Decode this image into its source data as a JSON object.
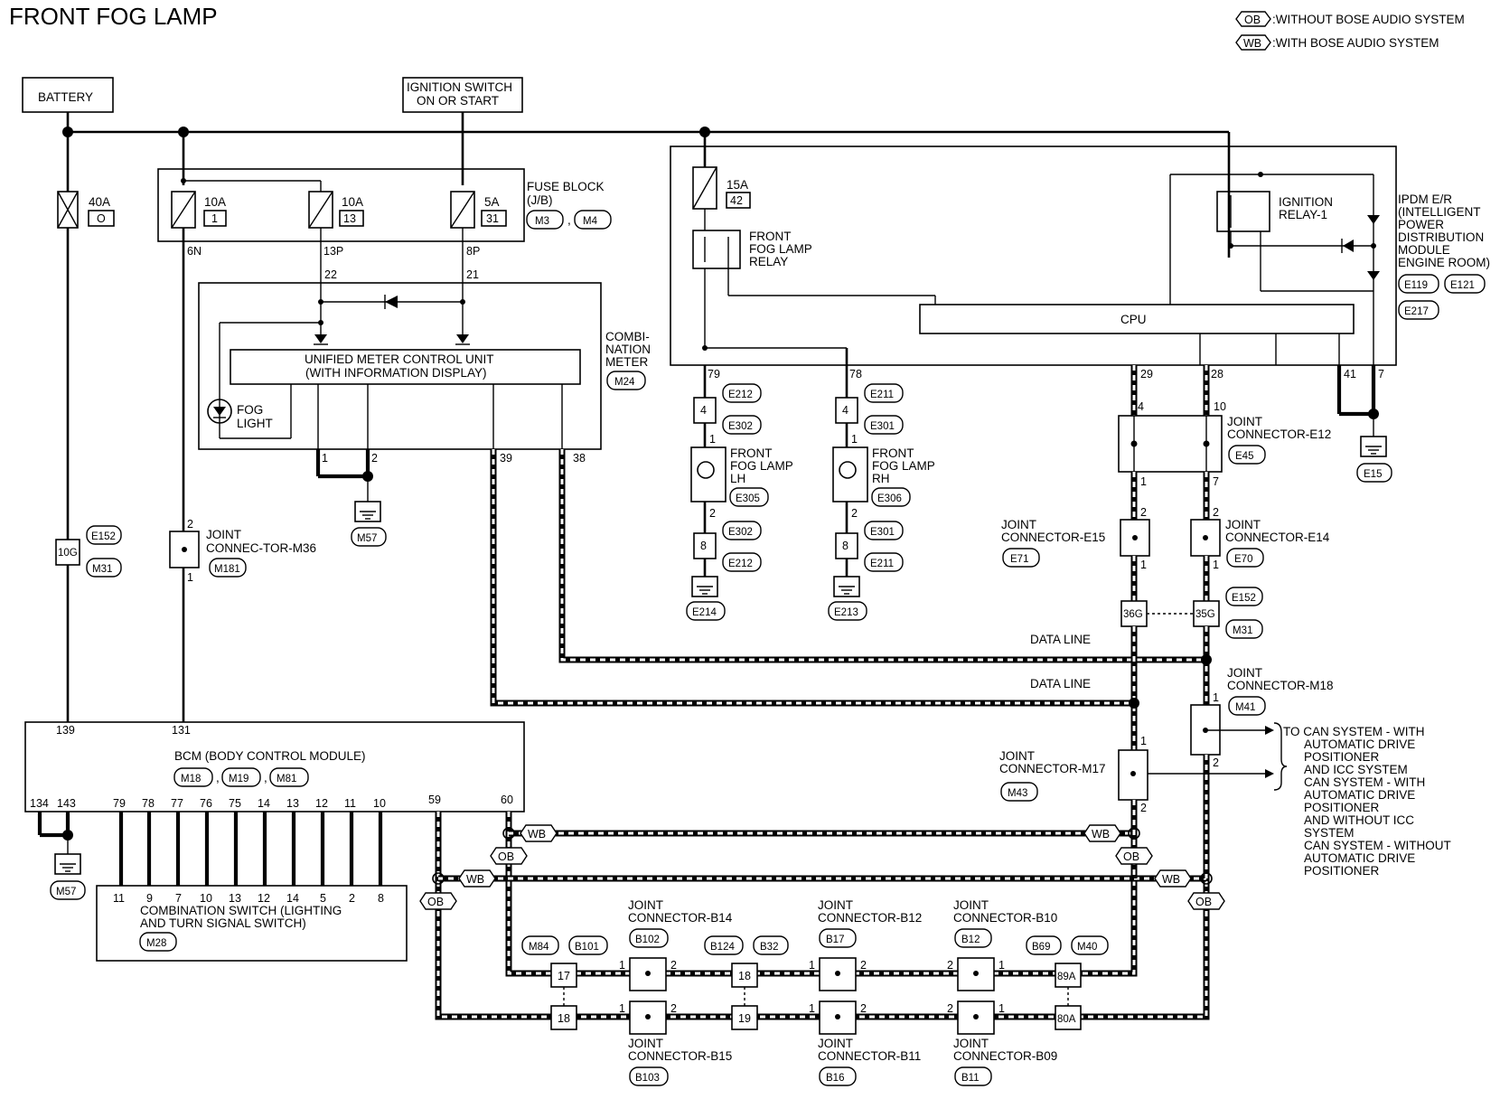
{
  "title": "FRONT FOG LAMP",
  "legend": [
    {
      "tag": "OB",
      "text": ":WITHOUT BOSE AUDIO SYSTEM"
    },
    {
      "tag": "WB",
      "text": ":WITH BOSE AUDIO SYSTEM"
    }
  ],
  "battery": "BATTERY",
  "ignition": {
    "line1": "IGNITION SWITCH",
    "line2": "ON OR START"
  },
  "fuse_40a": {
    "amp": "40A",
    "no": "O"
  },
  "fuse_block": {
    "label1": "FUSE BLOCK",
    "label2": "(J/B)",
    "conn1": "M3",
    "conn2": "M4",
    "fuses": [
      {
        "amp": "10A",
        "no": "1",
        "pin": "6N"
      },
      {
        "amp": "10A",
        "no": "13",
        "pin": "13P"
      },
      {
        "amp": "5A",
        "no": "31",
        "pin": "8P"
      }
    ]
  },
  "comb_meter": {
    "label1": "COMBI-",
    "label2": "NATION",
    "label3": "METER",
    "conn": "M24",
    "unit1": "UNIFIED METER CONTROL UNIT",
    "unit2": "(WITH INFORMATION DISPLAY)",
    "fog1": "FOG",
    "fog2": "LIGHT",
    "pin22": "22",
    "pin21": "21",
    "pin1": "1",
    "pin2": "2",
    "pin39": "39",
    "pin38": "38",
    "ground": "M57"
  },
  "ipdm": {
    "line1": "IPDM E/R",
    "line2": "(INTELLIGENT",
    "line3": "POWER",
    "line4": "DISTRIBUTION",
    "line5": "MODULE",
    "line6": "ENGINE ROOM)",
    "conn1": "E119",
    "conn2": "E121",
    "conn3": "E217",
    "cpu": "CPU",
    "fuse_amp": "15A",
    "fuse_no": "42",
    "relay1": "FRONT",
    "relay2": "FOG LAMP",
    "relay3": "RELAY",
    "ign1": "IGNITION",
    "ign2": "RELAY-1",
    "pin79": "79",
    "pin78": "78",
    "pin29": "29",
    "pin28": "28",
    "pin41": "41",
    "pin7": "7",
    "ground": "E15"
  },
  "lamp_lh": {
    "line1": "FRONT",
    "line2": "FOG LAMP",
    "line3": "LH",
    "conn": "E305",
    "c_top": "4",
    "c_top1": "E212",
    "c_top2": "E302",
    "c_bot": "8",
    "c_bot1": "E302",
    "c_bot2": "E212",
    "p1": "1",
    "p2": "2",
    "ground": "E214"
  },
  "lamp_rh": {
    "line1": "FRONT",
    "line2": "FOG LAMP",
    "line3": "RH",
    "conn": "E306",
    "c_top": "4",
    "c_top1": "E211",
    "c_top2": "E301",
    "c_bot": "8",
    "c_bot1": "E301",
    "c_bot2": "E211",
    "p1": "1",
    "p2": "2",
    "ground": "E213"
  },
  "jc_e12": {
    "line1": "JOINT",
    "line2": "CONNECTOR-E12",
    "conn": "E45",
    "p4": "4",
    "p10": "10",
    "p1": "1",
    "p7": "7"
  },
  "jc_e15": {
    "line1": "JOINT",
    "line2": "CONNECTOR-E15",
    "conn": "E71",
    "p2": "2",
    "p1": "1"
  },
  "jc_e14": {
    "line1": "JOINT",
    "line2": "CONNECTOR-E14",
    "conn": "E70",
    "p2": "2",
    "p1": "1"
  },
  "inline_36g": "36G",
  "inline_35g": "35G",
  "inline_conn1": "E152",
  "inline_conn2": "M31",
  "data_line_1": "DATA LINE",
  "data_line_2": "DATA LINE",
  "jc_m18": {
    "line1": "JOINT",
    "line2": "CONNECTOR-M18",
    "conn": "M41",
    "p1": "1",
    "p2": "2"
  },
  "jc_m17": {
    "line1": "JOINT",
    "line2": "CONNECTOR-M17",
    "conn": "M43",
    "p1": "1",
    "p2": "2"
  },
  "can_text": [
    "TO CAN SYSTEM - WITH",
    "AUTOMATIC DRIVE",
    "POSITIONER",
    "AND ICC SYSTEM",
    "CAN SYSTEM - WITH",
    "AUTOMATIC DRIVE",
    "POSITIONER",
    "AND WITHOUT ICC",
    "SYSTEM",
    "CAN SYSTEM - WITHOUT",
    "AUTOMATIC DRIVE",
    "POSITIONER"
  ],
  "inline_10g": "10G",
  "inline_10g_c1": "E152",
  "inline_10g_c2": "M31",
  "jc_m36": {
    "line1": "JOINT",
    "line2": "CONNEC-TOR-M36",
    "conn": "M181",
    "p2": "2",
    "p1": "1"
  },
  "bcm": {
    "label": "BCM (BODY CONTROL MODULE)",
    "conn1": "M18",
    "conn2": "M19",
    "conn3": "M81",
    "pin139": "139",
    "pin131": "131",
    "pins_bottom": [
      "134",
      "143",
      "79",
      "78",
      "77",
      "76",
      "75",
      "14",
      "13",
      "12",
      "11",
      "10",
      "59",
      "60"
    ],
    "ground": "M57"
  },
  "comb_switch": {
    "line1": "COMBINATION SWITCH (LIGHTING",
    "line2": "AND TURN SIGNAL SWITCH)",
    "conn": "M28",
    "pins": [
      "11",
      "9",
      "7",
      "10",
      "13",
      "12",
      "14",
      "5",
      "2",
      "8"
    ]
  },
  "bose": {
    "wb": "WB",
    "ob": "OB",
    "c_m84": "M84",
    "c_b101": "B101",
    "c_b124": "B124",
    "c_b32": "B32",
    "c_b69": "B69",
    "c_m40": "M40",
    "p17": "17",
    "p18": "18",
    "p18b": "18",
    "p19": "19",
    "p89a": "89A",
    "p80a": "80A",
    "jc_b14": {
      "line1": "JOINT",
      "line2": "CONNECTOR-B14",
      "conn": "B102"
    },
    "jc_b12": {
      "line1": "JOINT",
      "line2": "CONNECTOR-B12",
      "conn": "B17"
    },
    "jc_b10": {
      "line1": "JOINT",
      "line2": "CONNECTOR-B10",
      "conn": "B12"
    },
    "jc_b15": {
      "line1": "JOINT",
      "line2": "CONNECTOR-B15",
      "conn": "B103"
    },
    "jc_b11": {
      "line1": "JOINT",
      "line2": "CONNECTOR-B11",
      "conn": "B16"
    },
    "jc_b09": {
      "line1": "JOINT",
      "line2": "CONNECTOR-B09",
      "conn": "B11"
    },
    "pin_1": "1",
    "pin_2": "2"
  }
}
